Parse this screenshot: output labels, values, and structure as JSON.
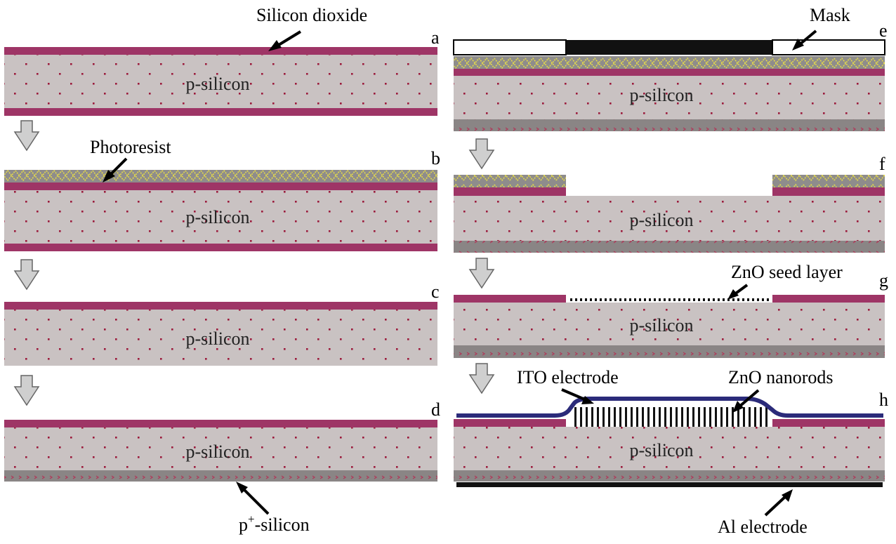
{
  "labels": {
    "silicon_dioxide": "Silicon dioxide",
    "photoresist": "Photoresist",
    "p_plus_base": "p",
    "p_plus_sup": "+",
    "p_plus_tail": "-silicon",
    "mask": "Mask",
    "zno_seed": "ZnO seed layer",
    "ito": "ITO electrode",
    "zno_nanorods": "ZnO nanorods",
    "al": "Al electrode"
  },
  "substrate_label": "p-silicon",
  "steps": [
    "a",
    "b",
    "c",
    "d",
    "e",
    "f",
    "g",
    "h"
  ],
  "colors": {
    "silicon": "#c9c2c2",
    "dot": "#9b1b3c",
    "oxide": "#9e3566",
    "photoresist_bg": "#8e8c8c",
    "photoresist_pattern": "#e3d94a",
    "p_plus": "#8a8585",
    "ito": "#2b2b7a",
    "al": "#111111",
    "arrow_fill": "#cfcfcf",
    "arrow_stroke": "#666666"
  }
}
